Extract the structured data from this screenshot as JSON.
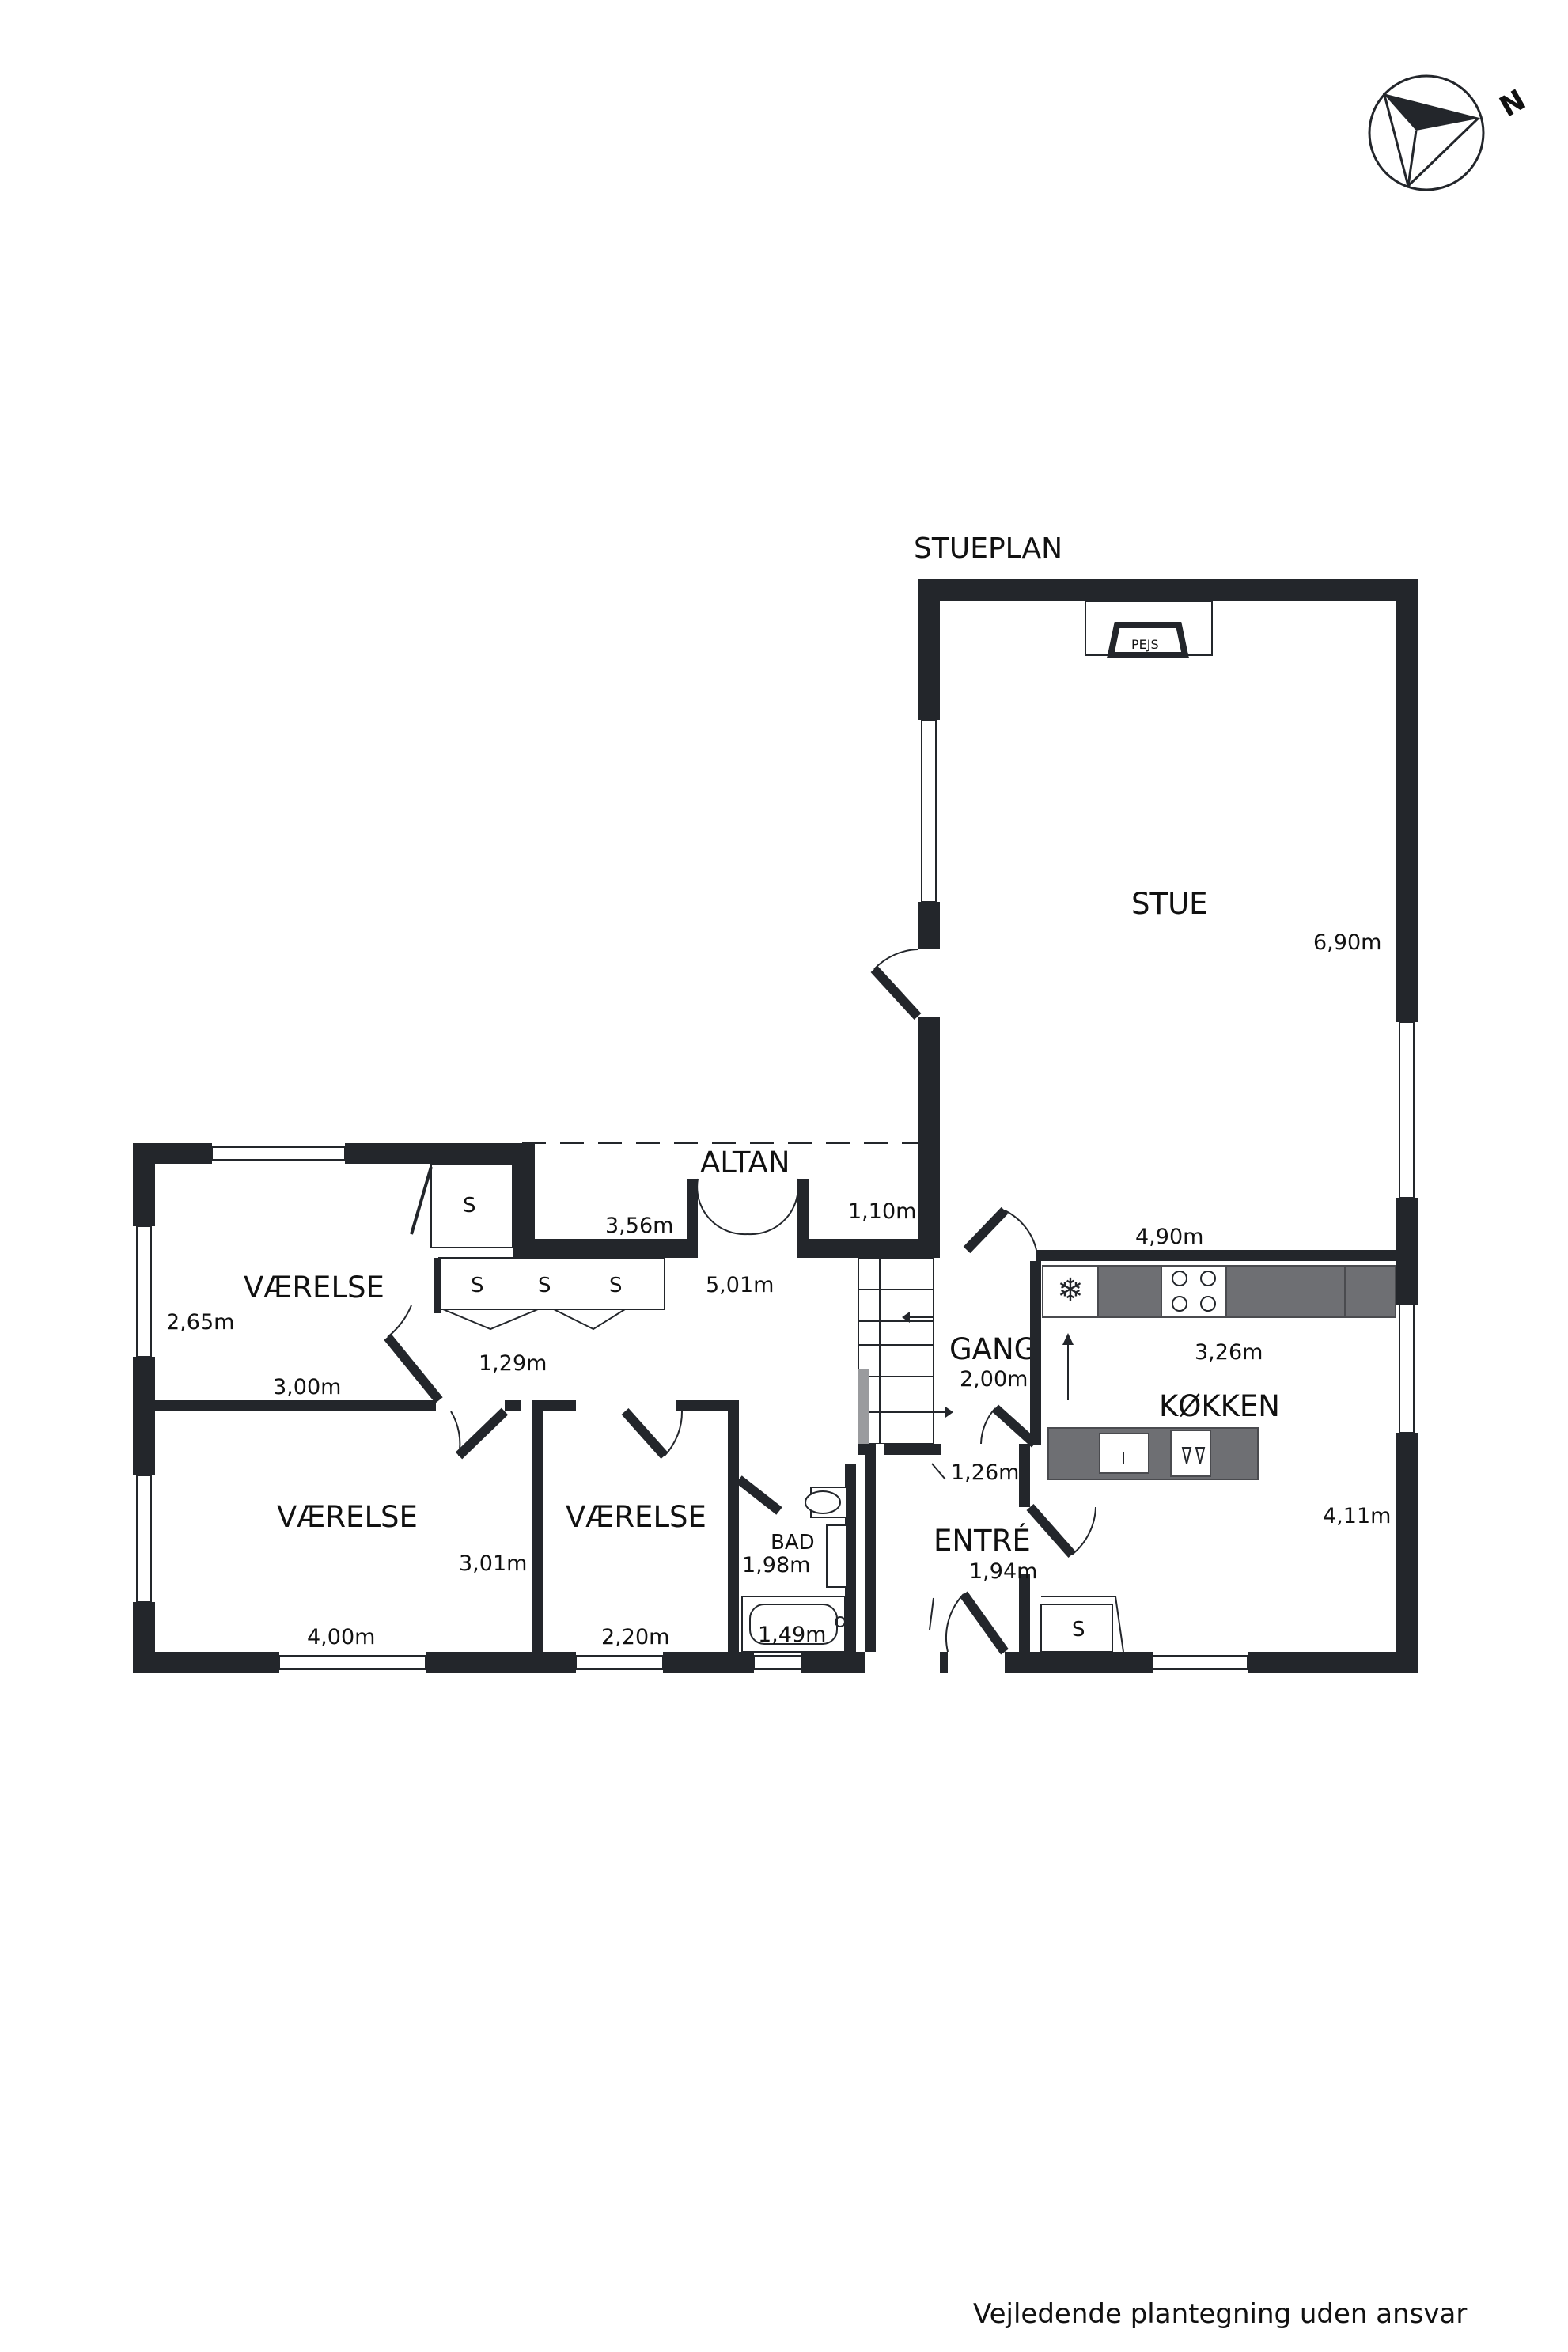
{
  "plan": {
    "title": "STUEPLAN",
    "north_label": "N",
    "disclaimer": "Vejledende plantegning uden ansvar"
  },
  "rooms": {
    "stue": "STUE",
    "altan": "ALTAN",
    "vaerelse_1": "VÆRELSE",
    "vaerelse_2": "VÆRELSE",
    "vaerelse_3": "VÆRELSE",
    "gang": "GANG",
    "koekken": "KØKKEN",
    "bad": "BAD",
    "entre": "ENTRÉ"
  },
  "fixtures": {
    "pejs": "PEJS",
    "storage": "S"
  },
  "dimensions": {
    "stue_height": "6,90m",
    "stue_width": "4,90m",
    "altan_width": "1,10m",
    "hall_width": "3,56m",
    "hall_length": "5,01m",
    "vaerelse1_height": "2,65m",
    "vaerelse1_width": "3,00m",
    "passage": "1,29m",
    "vaerelse2_height": "3,01m",
    "vaerelse2_width": "4,00m",
    "vaerelse3_width": "2,20m",
    "gang_length": "2,00m",
    "gang_width": "1,26m",
    "koekken_width": "3,26m",
    "koekken_height": "4,11m",
    "bad_height": "1,98m",
    "bad_width": "1,49m",
    "entre_width": "1,94m"
  }
}
